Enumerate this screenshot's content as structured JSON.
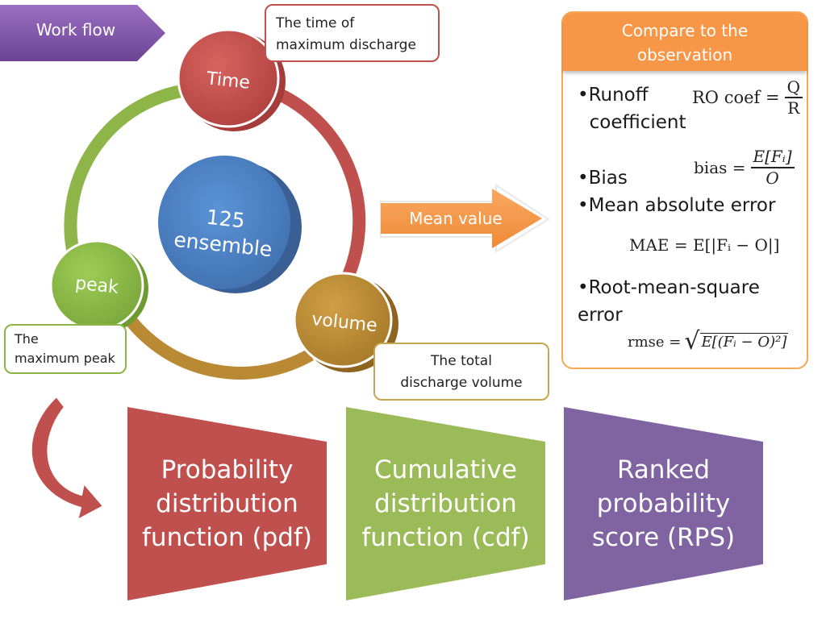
{
  "workflow": {
    "label": "Work flow",
    "color": "#7a4fa0"
  },
  "callouts": {
    "time": "The time of\nmaximum discharge",
    "peak": "The\nmaximum peak",
    "volume": "The total\ndischarge volume"
  },
  "cycle": {
    "center": "125\nensemble",
    "time": "Time",
    "peak": "peak",
    "volume": "volume",
    "colors": {
      "time": "#c0504d",
      "peak": "#8db547",
      "volume": "#b98a33",
      "center": "#4f81bd"
    }
  },
  "arrow": {
    "label": "Mean value",
    "color": "#f79646"
  },
  "compare": {
    "title": "Compare to the\nobservation",
    "items": [
      "•Runoff\n  coefficient",
      "•Bias",
      "•Mean absolute error",
      "•Root-mean-square\nerror"
    ],
    "formulas": {
      "ro": {
        "lhs": "RO coef =",
        "num": "Q",
        "den": "R"
      },
      "bias": {
        "lhs": "bias =",
        "num": "E[Fᵢ]",
        "den": "O"
      },
      "mae": "MAE = E[|Fᵢ − O|]",
      "rmse": {
        "lhs": "rmse =",
        "body": "E[(Fᵢ − O)²]"
      }
    }
  },
  "scores": [
    {
      "label": "Probability\ndistribution\nfunction  (pdf)",
      "color": "#c0504d"
    },
    {
      "label": "Cumulative\ndistribution\nfunction (cdf)",
      "color": "#9bbb59"
    },
    {
      "label": "Ranked\nprobability\nscore (RPS)",
      "color": "#8064a2"
    }
  ]
}
